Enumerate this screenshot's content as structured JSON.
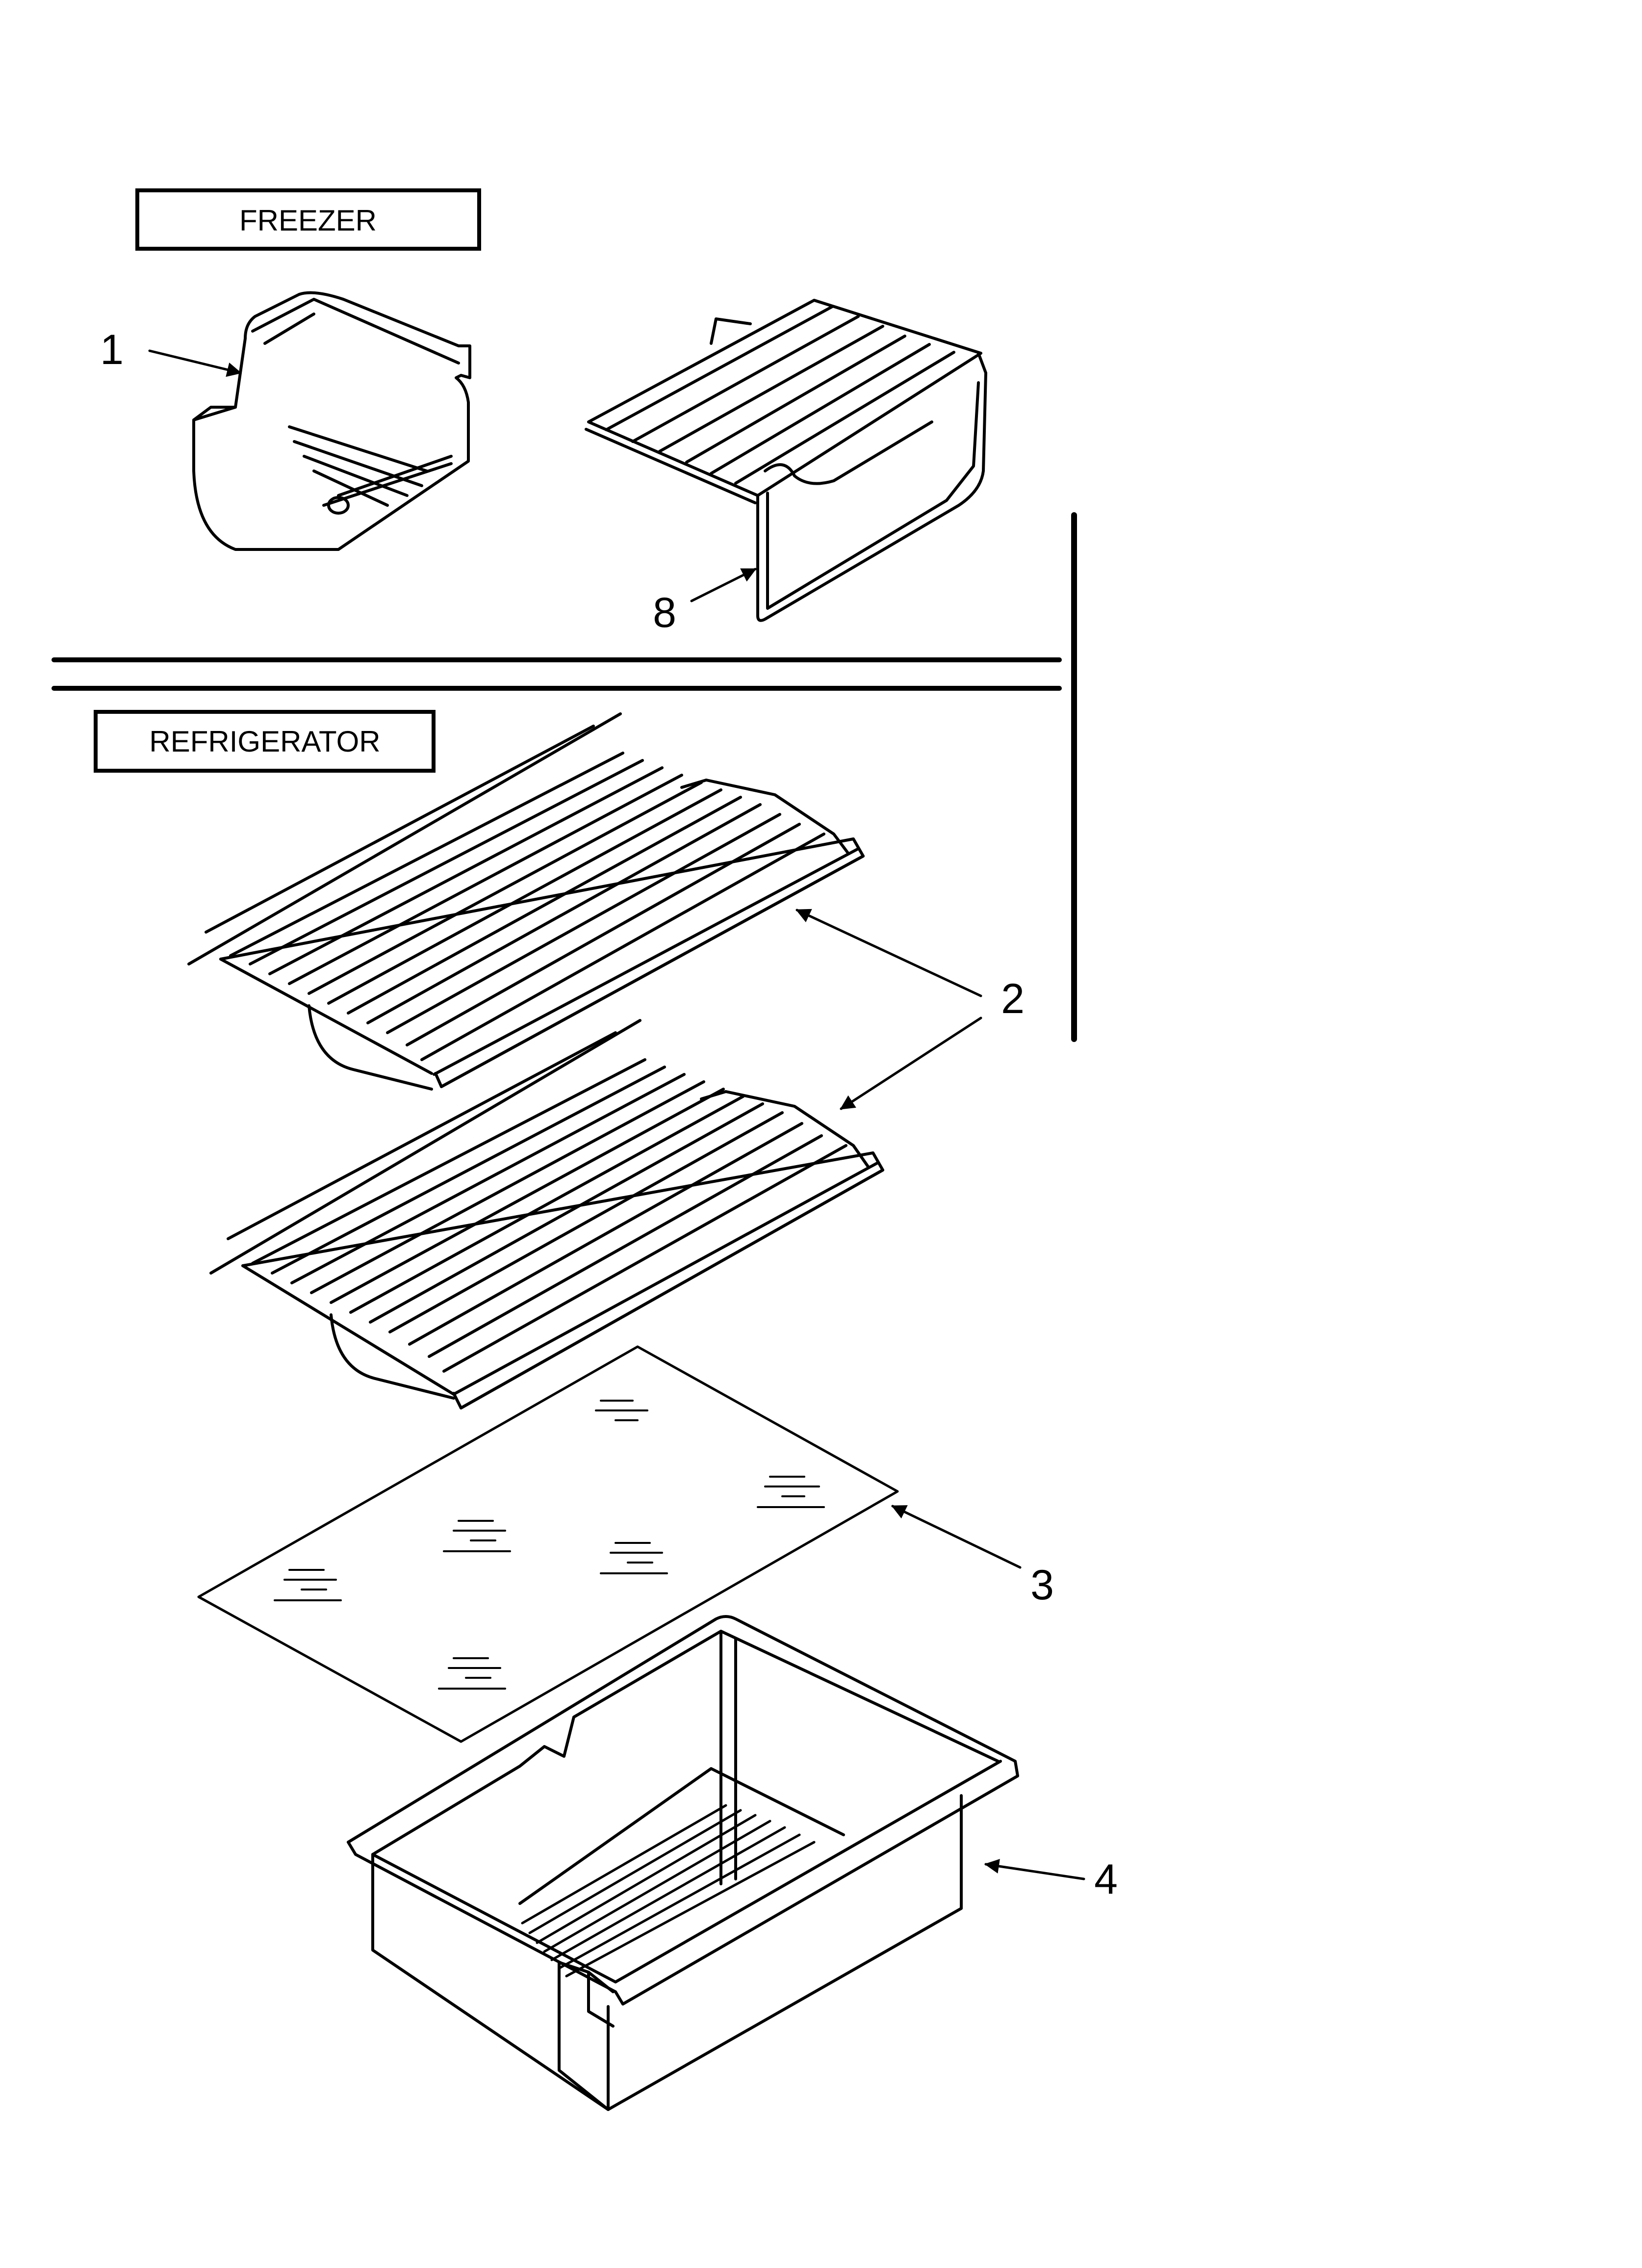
{
  "sections": {
    "freezer_label": "FREEZER",
    "refrigerator_label": "REFRIGERATOR"
  },
  "callouts": {
    "ice_bin": "1",
    "shelf": "2",
    "glass_panel": "3",
    "crisper_drawer": "4",
    "wire_shelf": "8"
  }
}
